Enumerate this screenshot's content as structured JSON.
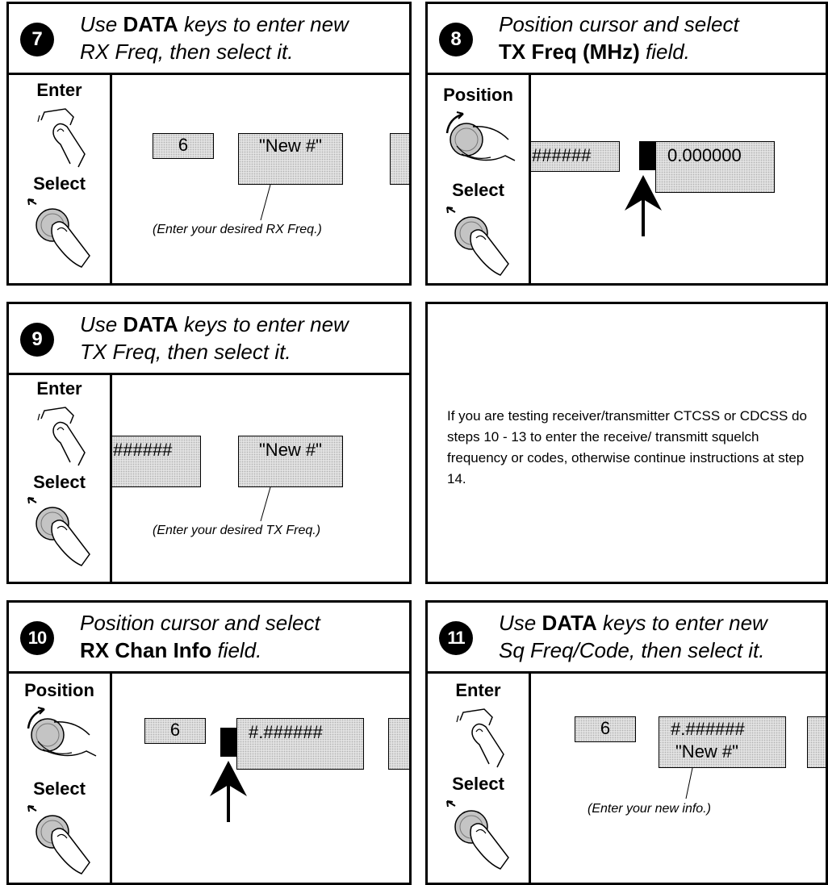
{
  "panels": {
    "p7": {
      "number": "7",
      "line1_pre": "Use ",
      "line1_bold": "DATA",
      "line1_post": " keys to enter new",
      "line2": "RX Freq, then select it.",
      "side_top": "Enter",
      "side_bottom": "Select",
      "field_left": "6",
      "field_main": "\"New #\"",
      "note": "(Enter your desired RX Freq.)"
    },
    "p8": {
      "number": "8",
      "line1": "Position cursor and select",
      "line2_bold": "TX Freq (MHz)",
      "line2_post": " field.",
      "side_top": "Position",
      "side_bottom": "Select",
      "field_left": "######",
      "field_main": "0.000000"
    },
    "p9": {
      "number": "9",
      "line1_pre": "Use ",
      "line1_bold": "DATA",
      "line1_post": " keys to enter new",
      "line2": "TX Freq, then select it.",
      "side_top": "Enter",
      "side_bottom": "Select",
      "field_left": "######",
      "field_main": "\"New #\"",
      "note": "(Enter your desired TX Freq.)"
    },
    "info": {
      "text": "If you are testing receiver/transmitter CTCSS or CDCSS do steps 10 - 13 to enter the receive/ transmitt squelch frequency or codes, otherwise continue instructions at step 14."
    },
    "p10": {
      "number": "10",
      "line1": "Position cursor and select",
      "line2_bold": "RX Chan Info",
      "line2_post": " field.",
      "side_top": "Position",
      "side_bottom": "Select",
      "field_left": "6",
      "field_main": "#.######"
    },
    "p11": {
      "number": "11",
      "line1_pre": "Use ",
      "line1_bold": "DATA",
      "line1_post": " keys to enter new",
      "line2": "Sq Freq/Code, then select it.",
      "side_top": "Enter",
      "side_bottom": "Select",
      "field_left": "6",
      "field_main_line1": "#.######",
      "field_main_line2": "\"New #\"",
      "note": "(Enter your new info.)"
    }
  }
}
